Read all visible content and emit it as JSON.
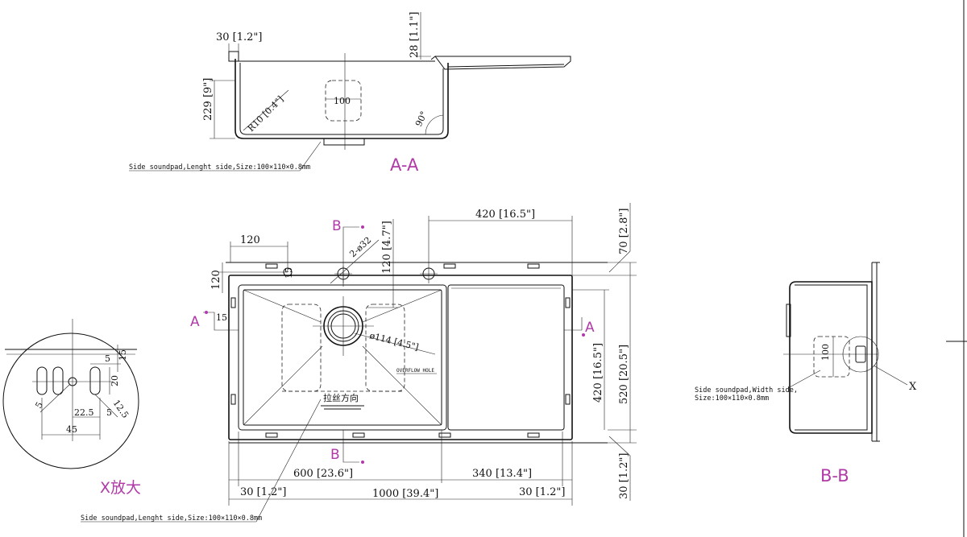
{
  "colors": {
    "section_marks": "#b03aa8",
    "lines": "#111111"
  },
  "section_aa": {
    "title": "A-A",
    "dim_lip": "30 [1.2\"]",
    "dim_depth": "229 [9\"]",
    "dim_ledge": "28 [1.1\"]",
    "dim_radius": "R10 [0.4\"]",
    "dim_pad": "100",
    "dim_angle": "90°",
    "note": "Side soundpad,Lenght side,Size:100×110×0.8mm"
  },
  "plan": {
    "mark_b": "B",
    "mark_a": "A",
    "dim_top_drain": "420 [16.5\"]",
    "dim_top_right": "70 [2.8\"]",
    "dim_tap_offset": "120",
    "dim_tap_side": "120",
    "dim_tap_depth": "120 [4.7\"]",
    "dim_taphole": "2-ø32",
    "dim_15_top": "15",
    "dim_15_left": "15",
    "dim_drain": "ø114 [4.5\"]",
    "overflow_label": "OVERFLOW HOLE",
    "brush_label": "拉丝方向",
    "dim_inner_depth": "420 [16.5\"]",
    "dim_total_depth": "520 [20.5\"]",
    "dim_bowl_width": "600 [23.6\"]",
    "dim_drainboard": "340 [13.4\"]",
    "dim_left_margin": "30 [1.2\"]",
    "dim_total_width": "1000 [39.4\"]",
    "dim_right_margin": "30 [1.2\"]",
    "dim_bottom_right": "30 [1.2\"]",
    "note": "Side soundpad,Lenght side,Size:100×110×0.8mm"
  },
  "detail_x": {
    "title": "X放大",
    "dims": [
      "5",
      "15",
      "20",
      "5",
      "22.5",
      "12.5",
      "5",
      "45"
    ]
  },
  "section_bb": {
    "title": "B-B",
    "callout": "X",
    "dim_pad": "100",
    "note_line1": "Side soundpad,Width side,",
    "note_line2": "Size:100×110×0.8mm"
  }
}
